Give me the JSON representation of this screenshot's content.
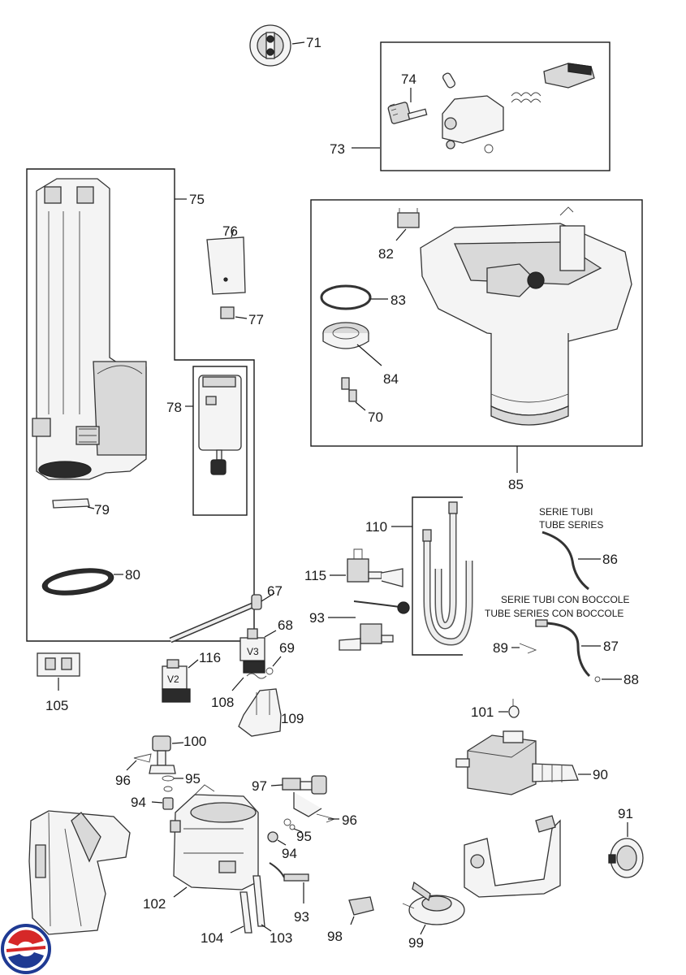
{
  "captions": {
    "tube_series_it": "SERIE TUBI",
    "tube_series_en": "TUBE SERIES",
    "tube_bush_it": "SERIE TUBI CON BOCCOLE",
    "tube_bush_en": "TUBE SERIES CON BOCCOLE"
  },
  "parts": {
    "p67": "67",
    "p68": "68",
    "p69": "69",
    "p70": "70",
    "p71": "71",
    "p73": "73",
    "p74": "74",
    "p75": "75",
    "p76": "76",
    "p77": "77",
    "p78": "78",
    "p79": "79",
    "p80": "80",
    "p82": "82",
    "p83": "83",
    "p84": "84",
    "p85": "85",
    "p86": "86",
    "p87": "87",
    "p88": "88",
    "p89": "89",
    "p90": "90",
    "p91": "91",
    "p93a": "93",
    "p93b": "93",
    "p94a": "94",
    "p94b": "94",
    "p95a": "95",
    "p95b": "95",
    "p96a": "96",
    "p96b": "96",
    "p97": "97",
    "p98": "98",
    "p99": "99",
    "p100": "100",
    "p101": "101",
    "p102": "102",
    "p103": "103",
    "p104": "104",
    "p105": "105",
    "p108": "108",
    "p109": "109",
    "p110": "110",
    "p115": "115",
    "p116": "116"
  },
  "colors": {
    "logo_red": "#d62828",
    "logo_blue": "#1f3a93"
  }
}
